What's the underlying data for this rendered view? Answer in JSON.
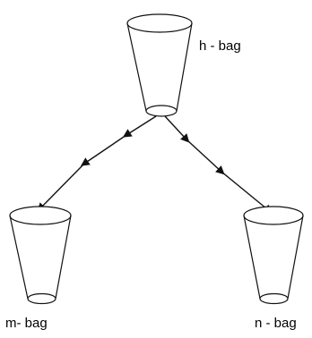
{
  "diagram": {
    "top_bag_label": "h - bag",
    "left_bag_label": "m- bag",
    "right_bag_label": "n - bag",
    "stroke_color": "#111111"
  }
}
